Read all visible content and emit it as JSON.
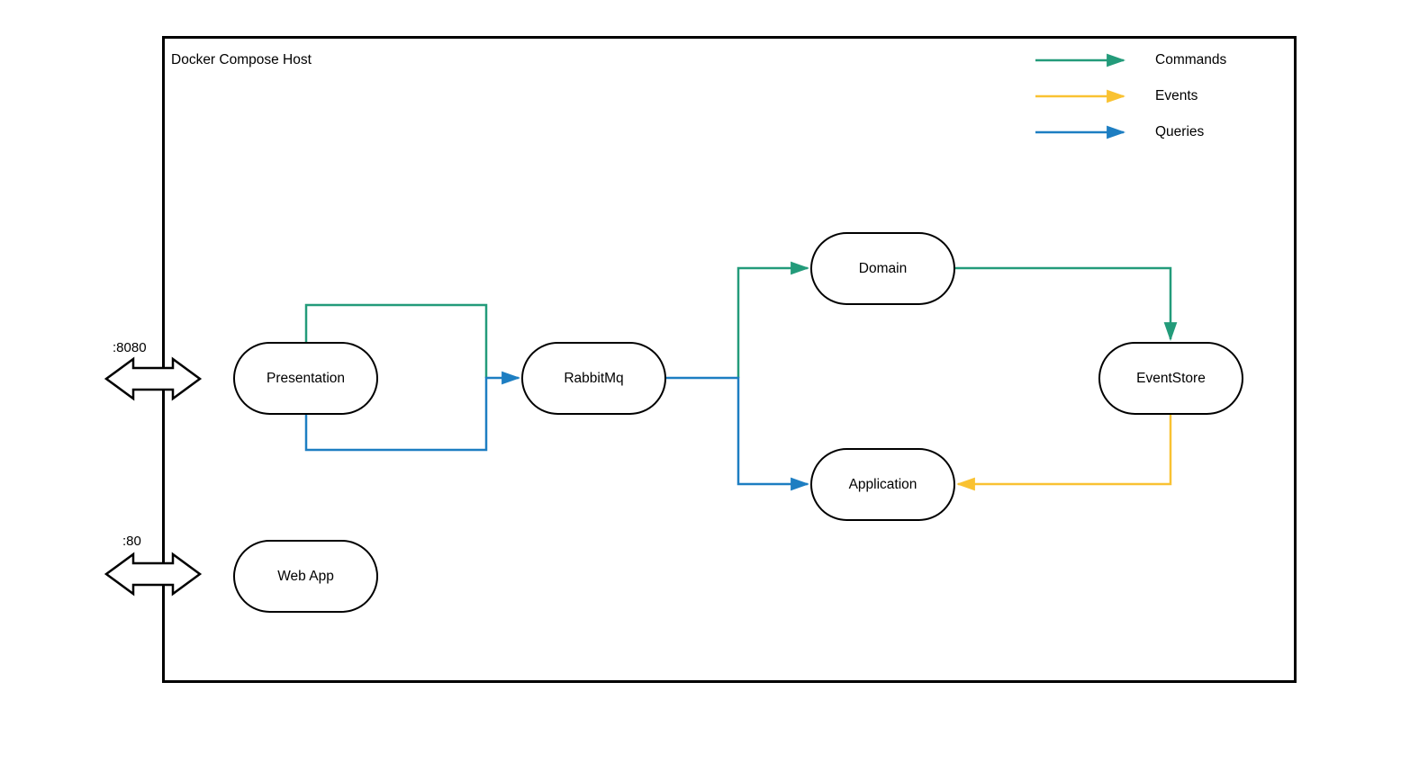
{
  "host": {
    "title": "Docker Compose Host"
  },
  "legend": [
    {
      "label": "Commands",
      "color": "#239b7a"
    },
    {
      "label": "Events",
      "color": "#f9c232"
    },
    {
      "label": "Queries",
      "color": "#1d7ec2"
    }
  ],
  "nodes": [
    {
      "label": "Presentation"
    },
    {
      "label": "RabbitMq"
    },
    {
      "label": "Domain"
    },
    {
      "label": "Application"
    },
    {
      "label": "EventStore"
    },
    {
      "label": "Web App"
    }
  ],
  "ports": [
    {
      "label": ":8080"
    },
    {
      "label": ":80"
    }
  ],
  "edges": [
    {
      "from": "Presentation",
      "to": "RabbitMq",
      "type": "commands"
    },
    {
      "from": "Presentation",
      "to": "RabbitMq",
      "type": "queries"
    },
    {
      "from": "RabbitMq",
      "to": "Domain",
      "type": "commands"
    },
    {
      "from": "RabbitMq",
      "to": "Application",
      "type": "queries"
    },
    {
      "from": "Domain",
      "to": "EventStore",
      "type": "commands"
    },
    {
      "from": "EventStore",
      "to": "Application",
      "type": "events"
    }
  ],
  "colors": {
    "commands": "#239b7a",
    "events": "#f9c232",
    "queries": "#1d7ec2",
    "node_border": "#000000",
    "background": "#ffffff"
  }
}
